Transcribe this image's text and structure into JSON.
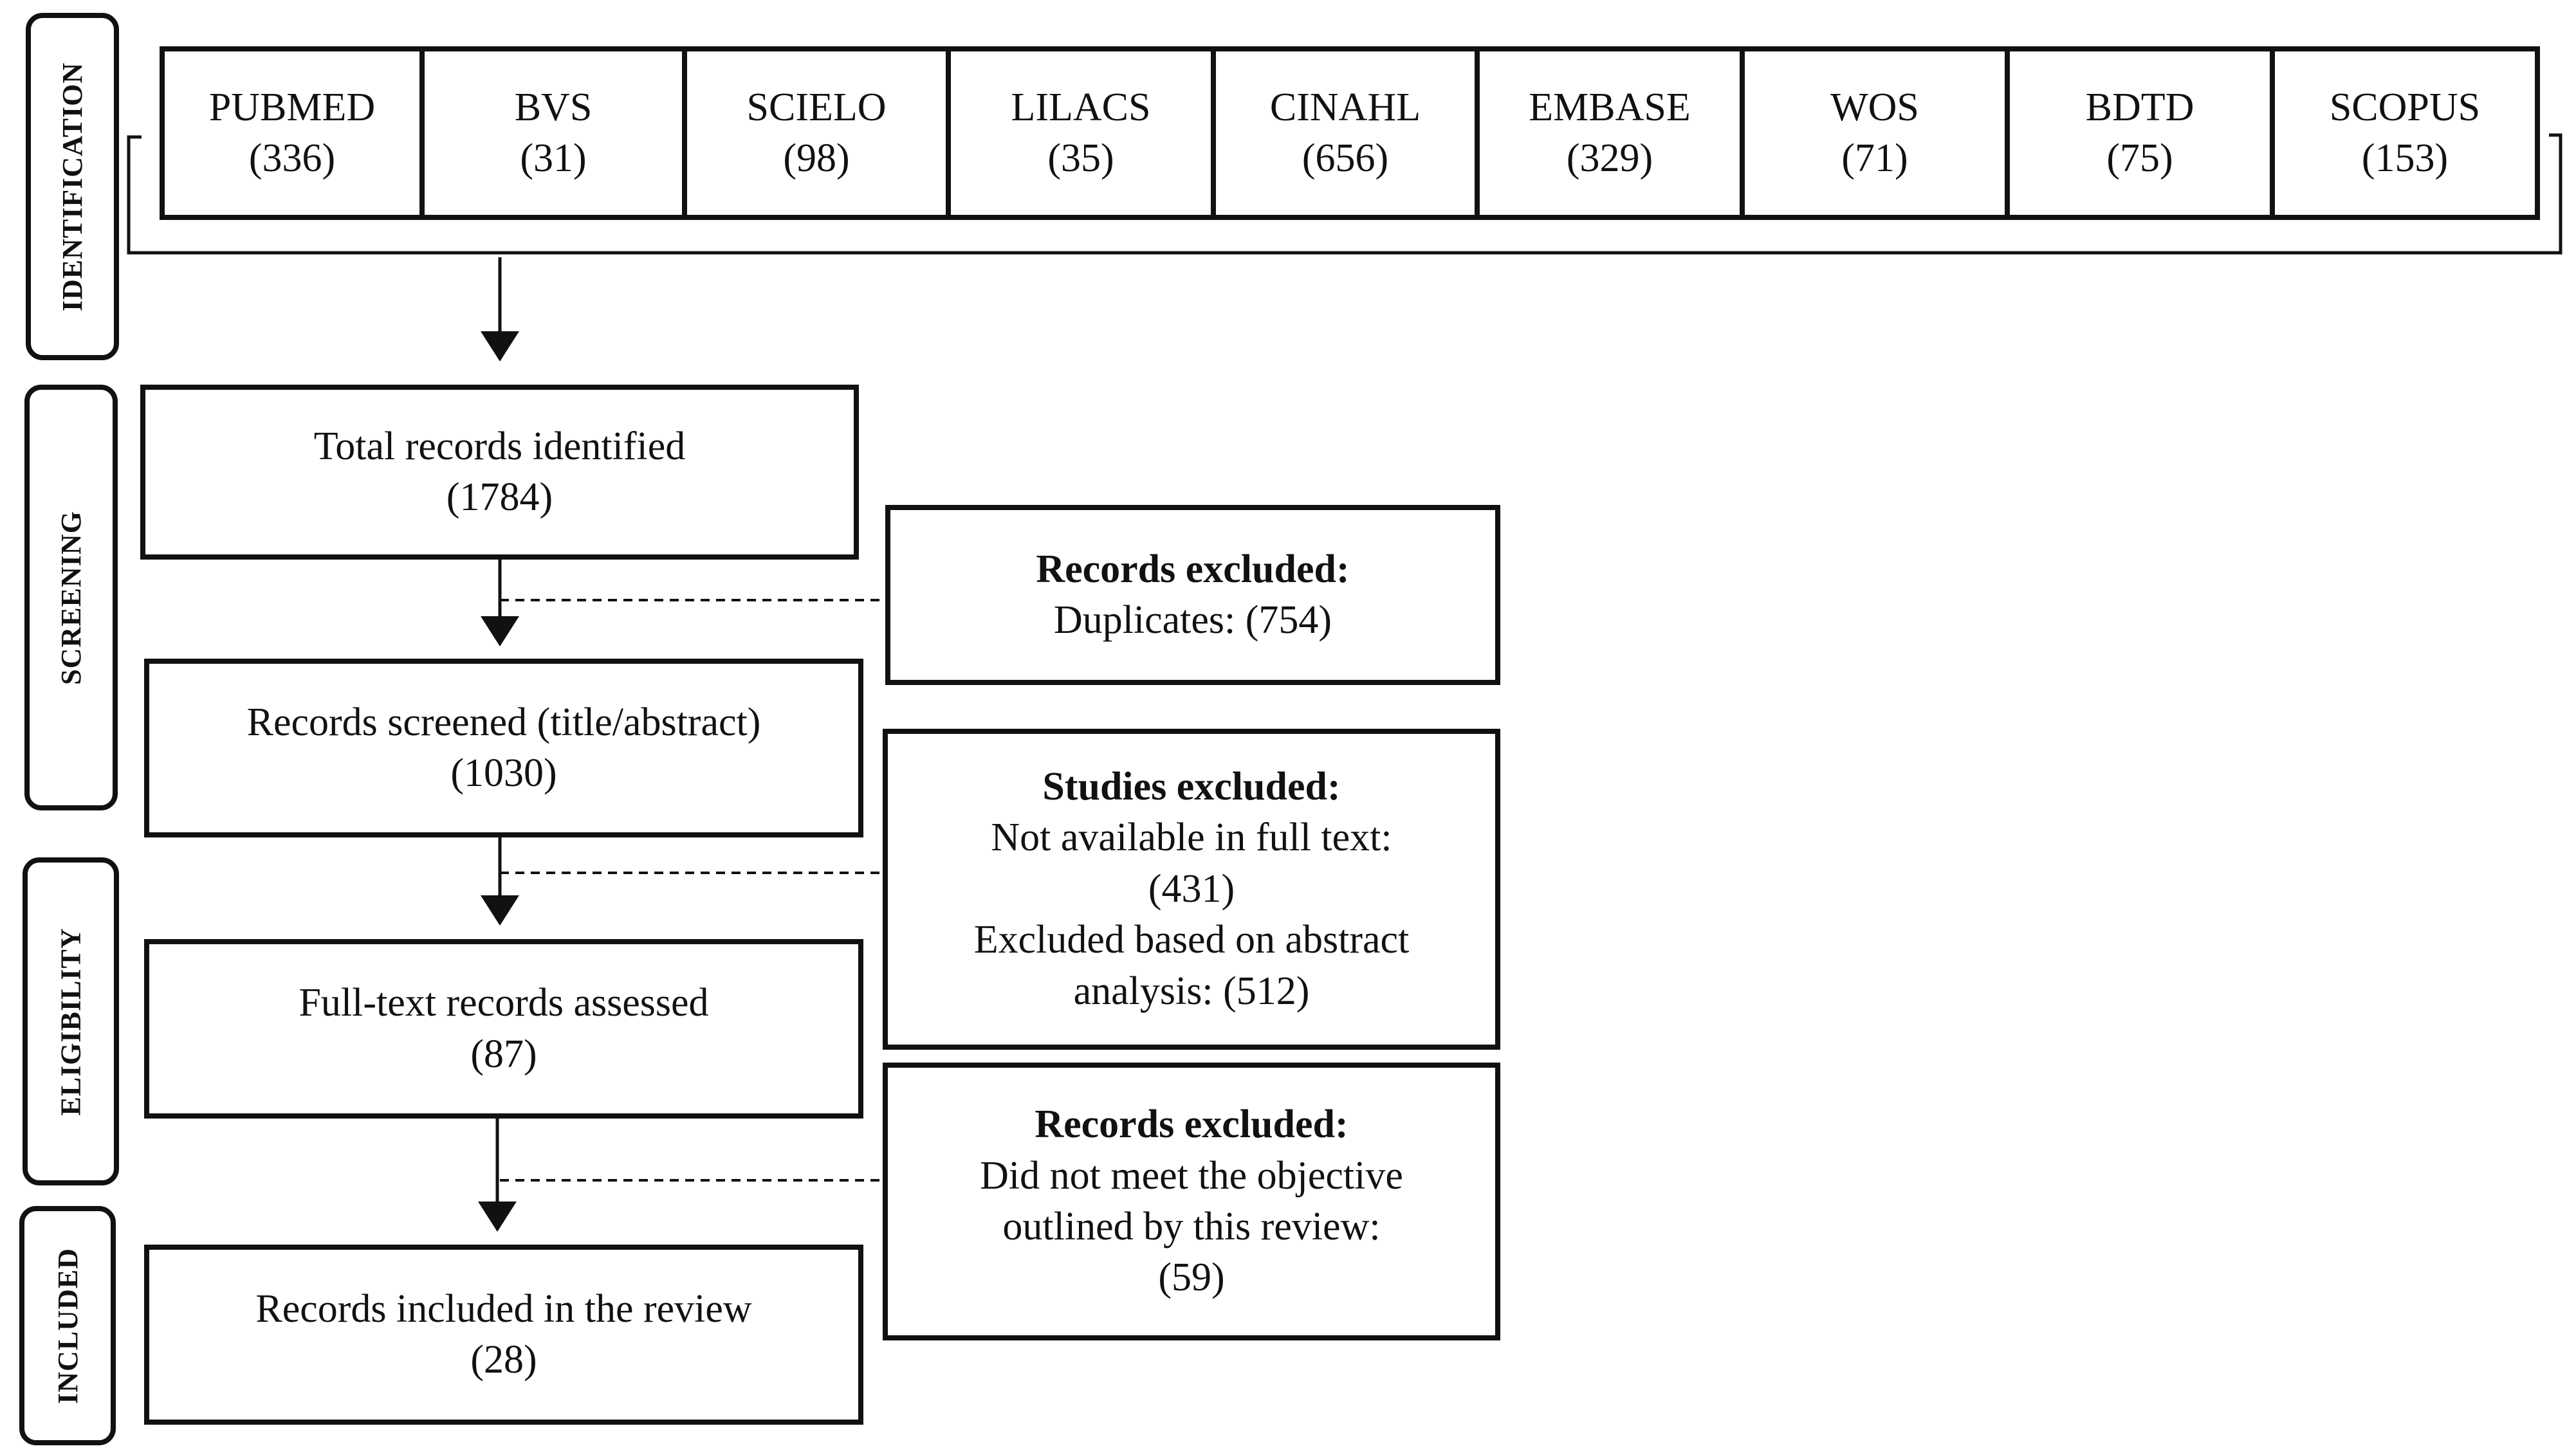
{
  "stages": {
    "identification": "IDENTIFICATION",
    "screening": "SCREENING",
    "eligibility": "ELIGIBILITY",
    "included": "INCLUDED"
  },
  "sources": [
    {
      "name": "PUBMED",
      "count": "(336)"
    },
    {
      "name": "BVS",
      "count": "(31)"
    },
    {
      "name": "SCIELO",
      "count": "(98)"
    },
    {
      "name": "LILACS",
      "count": "(35)"
    },
    {
      "name": "CINAHL",
      "count": "(656)"
    },
    {
      "name": "EMBASE",
      "count": "(329)"
    },
    {
      "name": "WOS",
      "count": "(71)"
    },
    {
      "name": "BDTD",
      "count": "(75)"
    },
    {
      "name": "SCOPUS",
      "count": "(153)"
    }
  ],
  "flow": {
    "total": {
      "label": "Total records identified",
      "count": "(1784)"
    },
    "screened": {
      "label": "Records screened (title/abstract)",
      "count": "(1030)"
    },
    "fulltext": {
      "label": "Full-text records assessed",
      "count": "(87)"
    },
    "included": {
      "label": "Records included in the review",
      "count": "(28)"
    }
  },
  "exclusions": {
    "duplicates": {
      "title": "Records excluded:",
      "line1": "Duplicates: (754)"
    },
    "studies": {
      "title": "Studies excluded:",
      "line1": "Not available in full text:",
      "line2": "(431)",
      "line3": "Excluded based on abstract",
      "line4": "analysis: (512)"
    },
    "objective": {
      "title": "Records excluded:",
      "line1": "Did not meet the objective",
      "line2": "outlined by this review:",
      "line3": "(59)"
    }
  }
}
